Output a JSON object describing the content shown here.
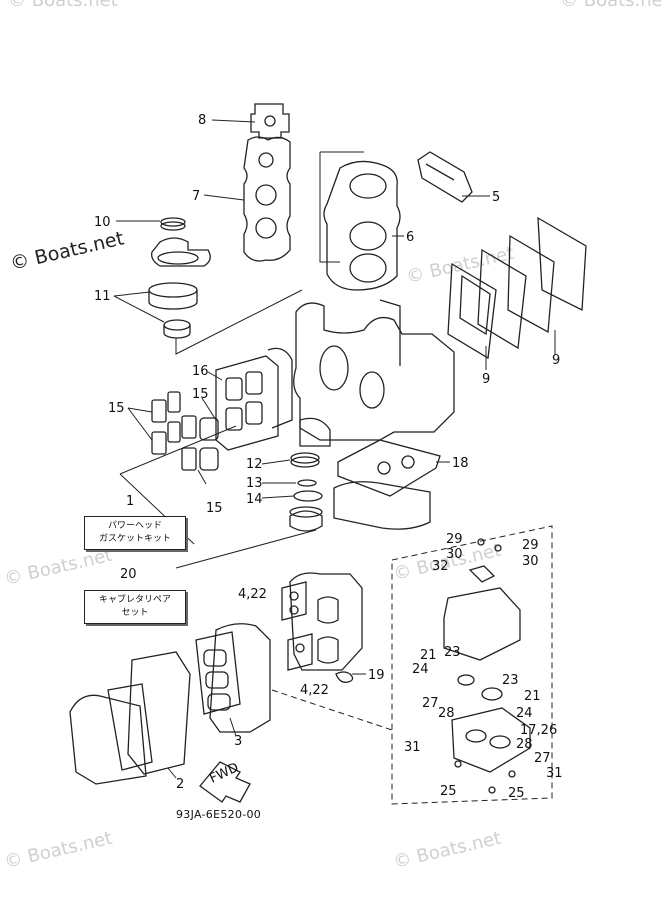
{
  "watermark": {
    "main": "© Boats.net",
    "faint": "© Boats.net"
  },
  "kits": {
    "powerhead_gasket_kit": {
      "number": "1",
      "line1": "パワーヘッド",
      "line2": "ガスケットキット"
    },
    "carburetor_repair_kit": {
      "number": "20",
      "line1": "キャブレタリペア",
      "line2": "セット"
    }
  },
  "diagram_code": "93JA-6E520-00",
  "fwd_label": "FWD",
  "callouts": {
    "c2": "2",
    "c3": "3",
    "c4_22a": "4,22",
    "c4_22b": "4,22",
    "c5": "5",
    "c6": "6",
    "c7": "7",
    "c8": "8",
    "c9a": "9",
    "c9b": "9",
    "c10": "10",
    "c11": "11",
    "c12": "12",
    "c13": "13",
    "c14": "14",
    "c15a": "15",
    "c15b": "15",
    "c15c": "15",
    "c16": "16",
    "c17_26": "17,26",
    "c18": "18",
    "c19": "19",
    "c21a": "21",
    "c21b": "21",
    "c23a": "23",
    "c23b": "23",
    "c24a": "24",
    "c24b": "24",
    "c25a": "25",
    "c25b": "25",
    "c27a": "27",
    "c27b": "27",
    "c28a": "28",
    "c28b": "28",
    "c29a": "29",
    "c29b": "29",
    "c30a": "30",
    "c30b": "30",
    "c31a": "31",
    "c31b": "31",
    "c32": "32"
  }
}
